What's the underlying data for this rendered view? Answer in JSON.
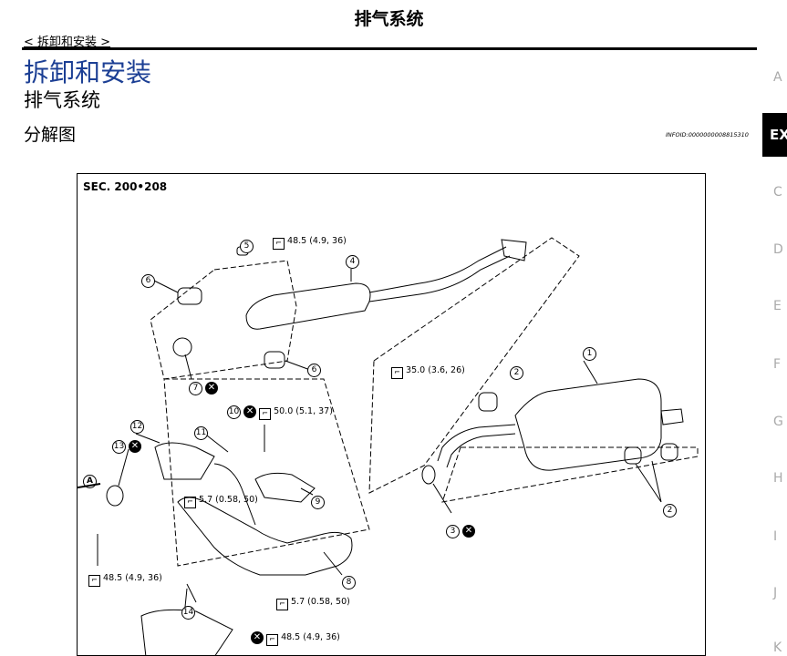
{
  "header": {
    "title": "排气系统",
    "breadcrumb": "< 拆卸和安装 >"
  },
  "section": {
    "heading": "拆卸和安装",
    "subheading": "排气系统",
    "subsubheading": "分解图",
    "info_id": "INFOID:0000000008815310"
  },
  "side_index": {
    "letters": [
      "A",
      "EX",
      "C",
      "D",
      "E",
      "F",
      "G",
      "H",
      "I",
      "J",
      "K"
    ],
    "active": "EX"
  },
  "diagram": {
    "sec_label": "SEC. 200•208",
    "torques": {
      "t1": "48.5 (4.9, 36)",
      "t2": "35.0 (3.6, 26)",
      "t3": "50.0 (5.1, 37)",
      "t4": "5.7 (0.58, 50)",
      "t5": "48.5 (4.9, 36)",
      "t6": "5.7 (0.58, 50)",
      "t7": "48.5 (4.9, 36)"
    },
    "part_numbers": [
      "1",
      "2",
      "3",
      "4",
      "5",
      "6",
      "7",
      "8",
      "9",
      "10",
      "11",
      "12",
      "13",
      "14"
    ],
    "ref_a": "A",
    "icons": {
      "torque": "torque-wrench-icon",
      "no_reuse": "no-reuse-icon"
    }
  }
}
